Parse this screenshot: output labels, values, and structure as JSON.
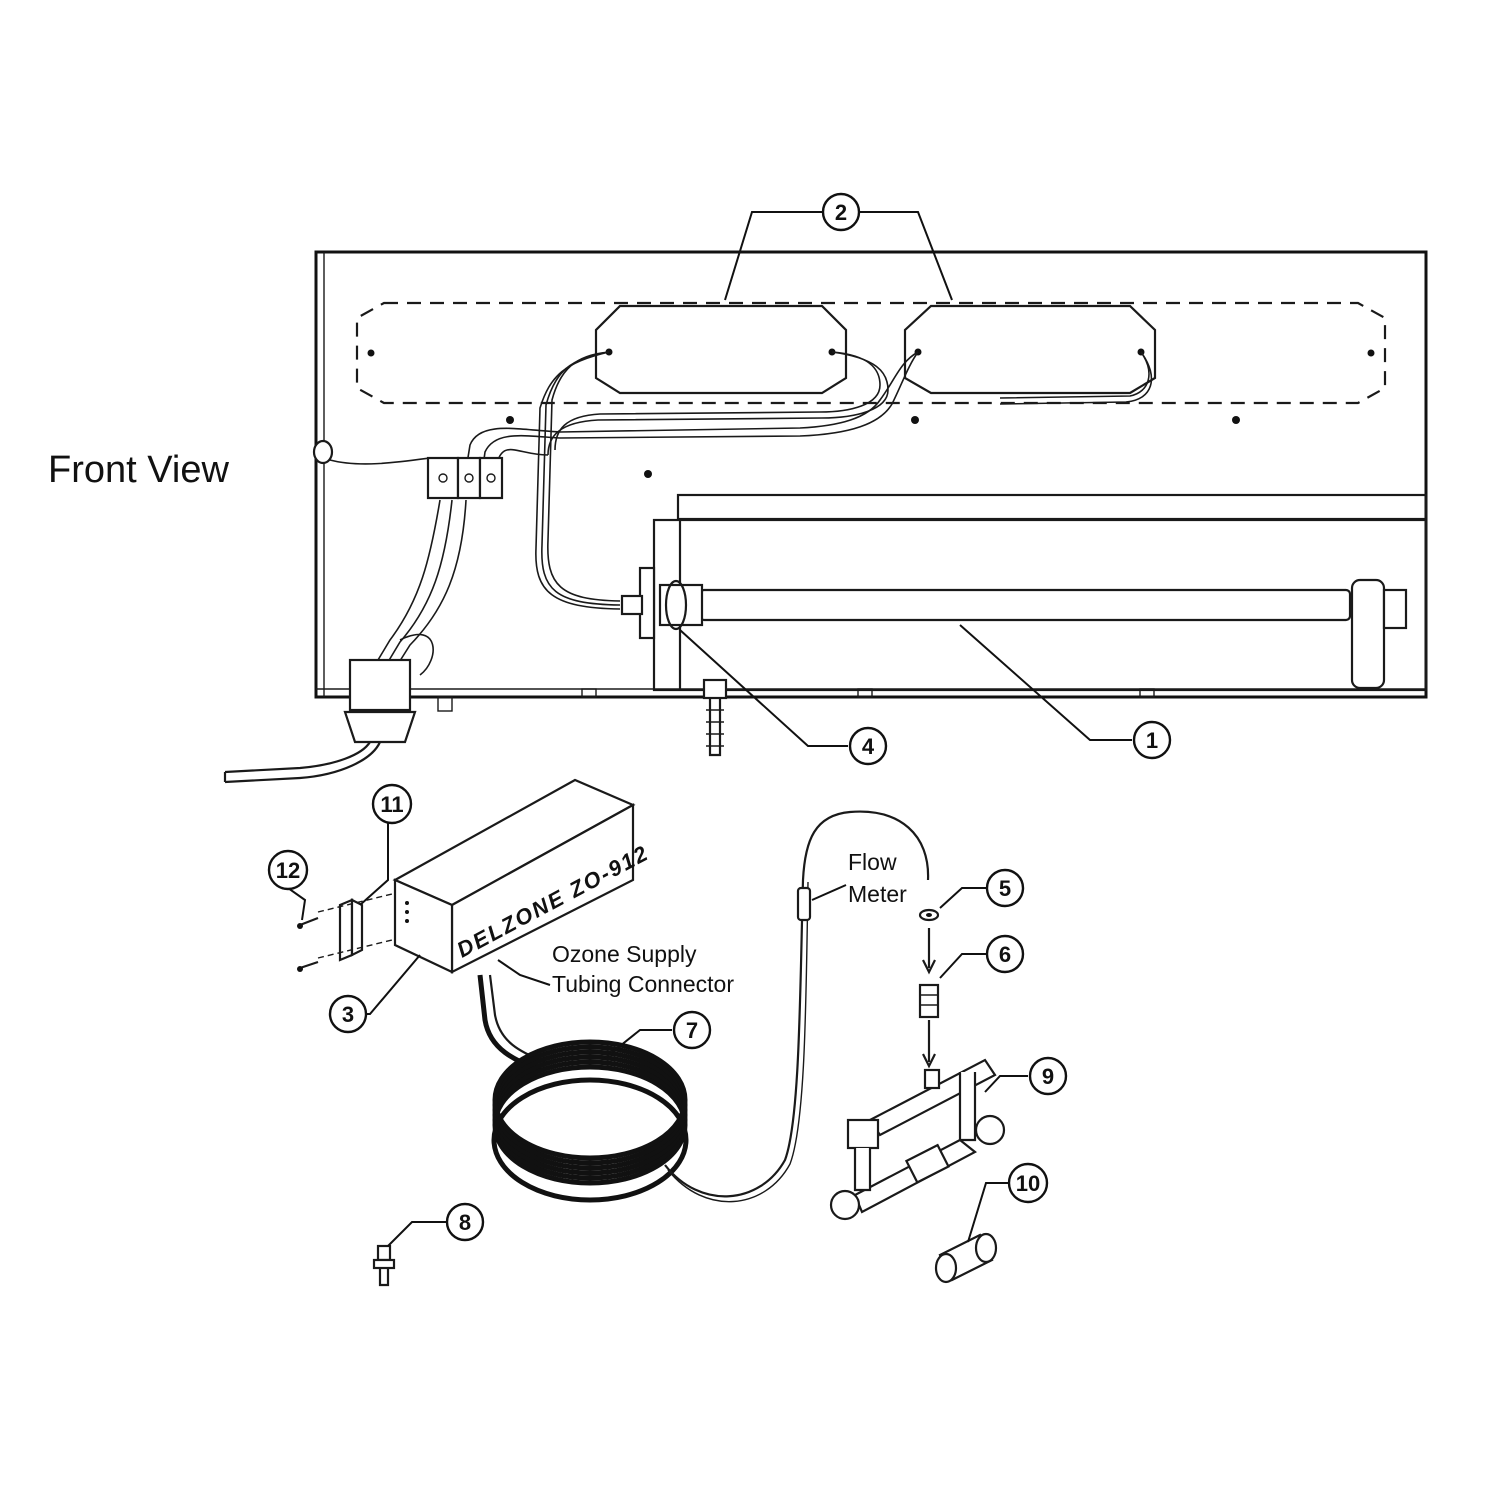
{
  "title": "Front View",
  "labels": {
    "ozone_supply_line1": "Ozone Supply",
    "ozone_supply_line2": "Tubing Connector",
    "flow_meter_line1": "Flow",
    "flow_meter_line2": "Meter",
    "brand": "DELZONE ZO-912"
  },
  "callouts": [
    "1",
    "2",
    "3",
    "4",
    "5",
    "6",
    "7",
    "8",
    "9",
    "10",
    "11",
    "12"
  ]
}
